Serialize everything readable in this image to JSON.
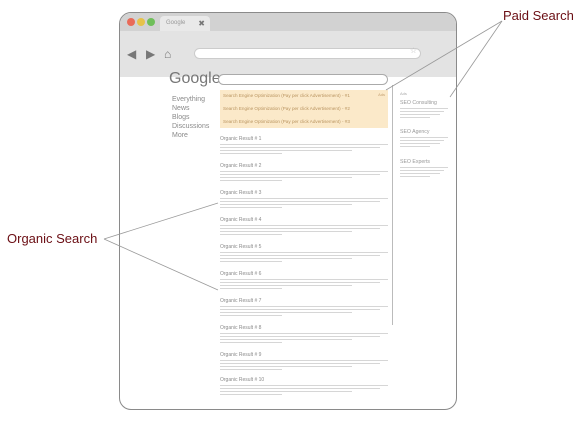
{
  "browser": {
    "tab_label": "Google",
    "tab_close": "✖"
  },
  "icons": {
    "back": "back-arrow-icon",
    "forward": "forward-arrow-icon",
    "home": "home-icon",
    "star": "bookmark-star-icon"
  },
  "page": {
    "logo": "Google",
    "left_nav": [
      "Everything",
      "News",
      "Blogs",
      "Discussions",
      "More"
    ],
    "paid_ads": [
      "Search Engine Optimization (Pay per click Advertisement) - #1",
      "Search Engine Optimization (Pay per click Advertisement) - #2",
      "Search Engine Optimization (Pay per click Advertisement) - #3"
    ],
    "ads_tag": "Ads",
    "organic_results": [
      "Organic Result # 1",
      "Organic Result # 2",
      "Organic Result # 3",
      "Organic Result # 4",
      "Organic Result # 5",
      "Organic Result # 6",
      "Organic Result # 7",
      "Organic Result # 8",
      "Organic Result # 9",
      "Organic Result # 10"
    ],
    "sidebar_tag": "Ads",
    "sidebar_ads": [
      "SEO Consulting",
      "SEO Agency",
      "SEO Experts"
    ]
  },
  "callouts": {
    "paid": "Paid Search",
    "organic": "Organic Search"
  },
  "colors": {
    "callout_text": "#6b0e14",
    "ad_background": "#fbe9c9"
  }
}
